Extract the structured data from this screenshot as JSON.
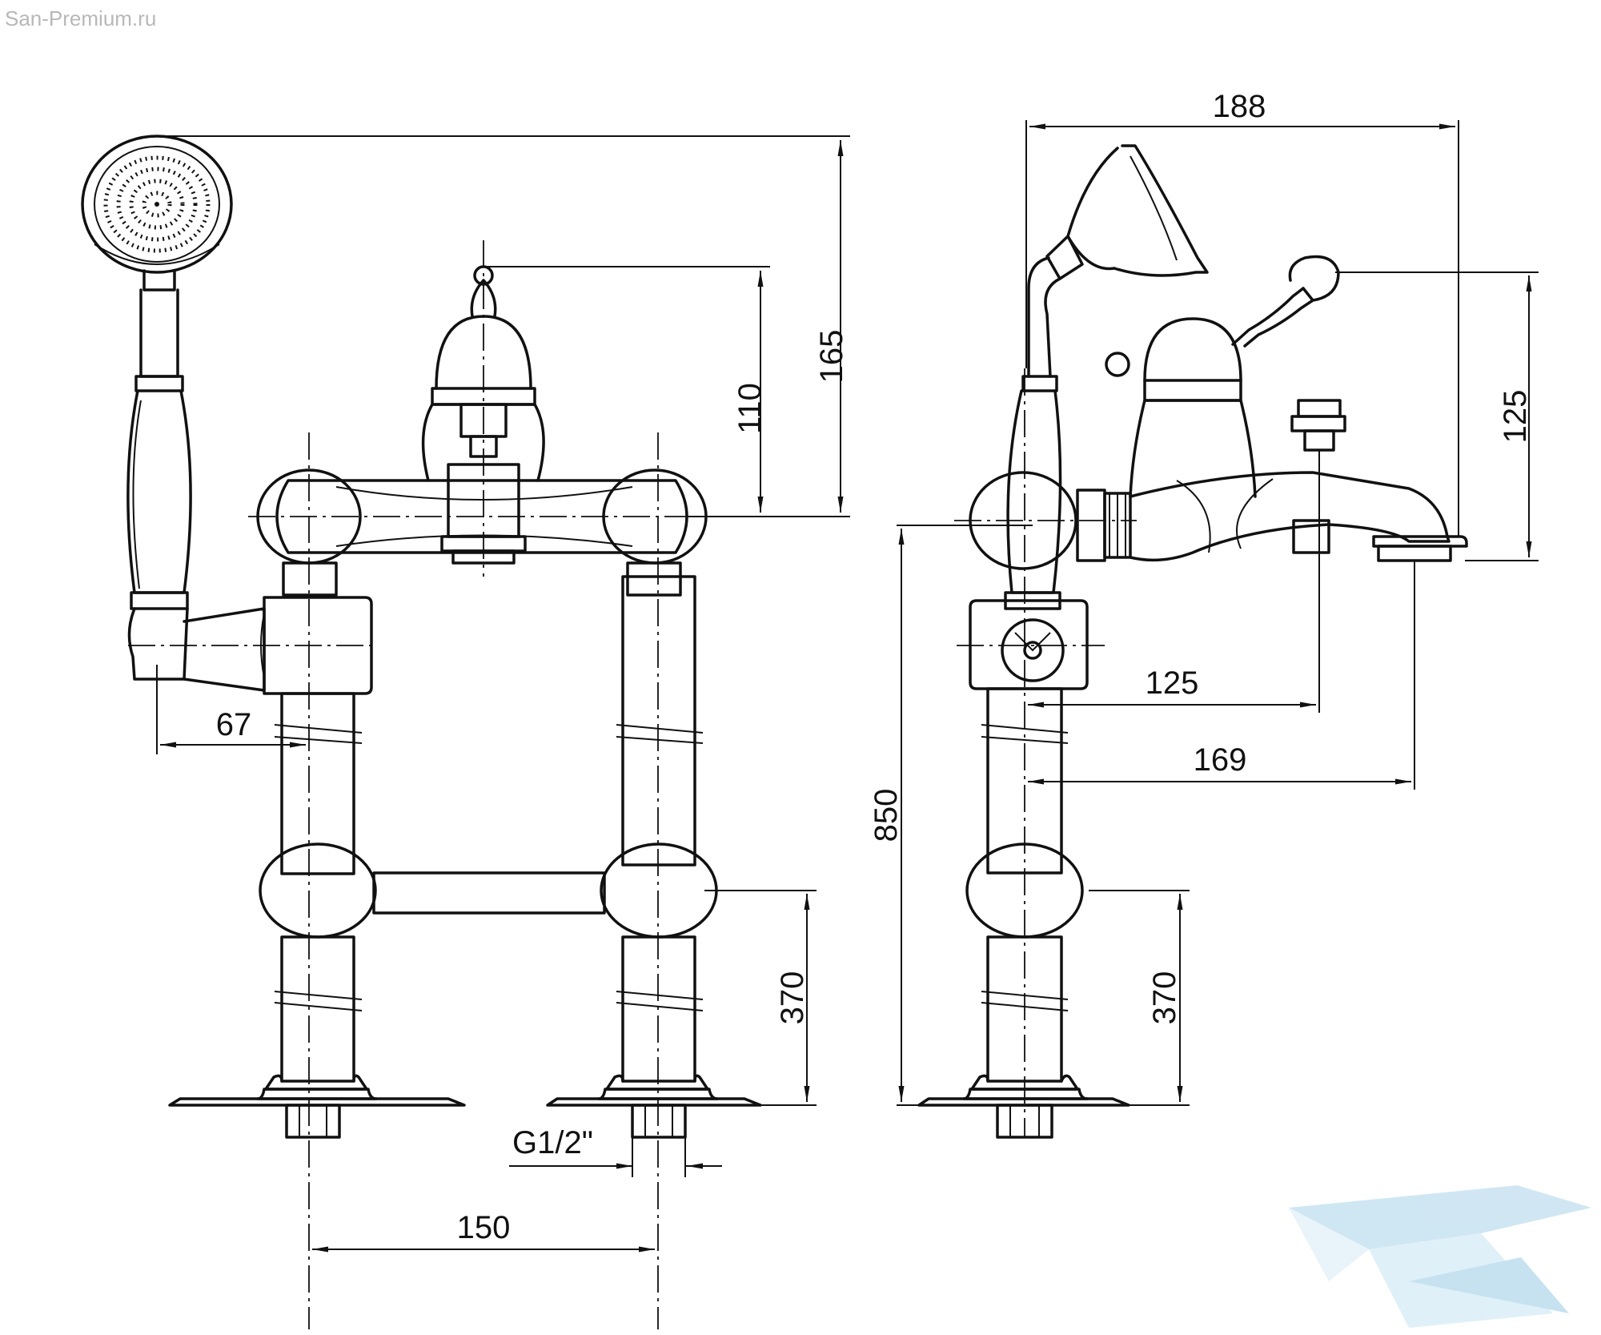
{
  "watermark": {
    "site": "San-Premium.ru"
  },
  "dimensions": {
    "front_shower_height": "165",
    "front_handle_height": "110",
    "front_hose_offset": "67",
    "front_ball_height": "370",
    "front_leg_spacing": "150",
    "front_thread": "G1/2\"",
    "side_total_width": "188",
    "side_handle_height": "125",
    "side_total_height": "850",
    "side_diverter_offset": "125",
    "side_spout_offset": "169",
    "side_ball_height": "370"
  },
  "colors": {
    "line": "#111111",
    "watermark_text": "#b8b8b8",
    "logo": "#a9d4ea"
  }
}
